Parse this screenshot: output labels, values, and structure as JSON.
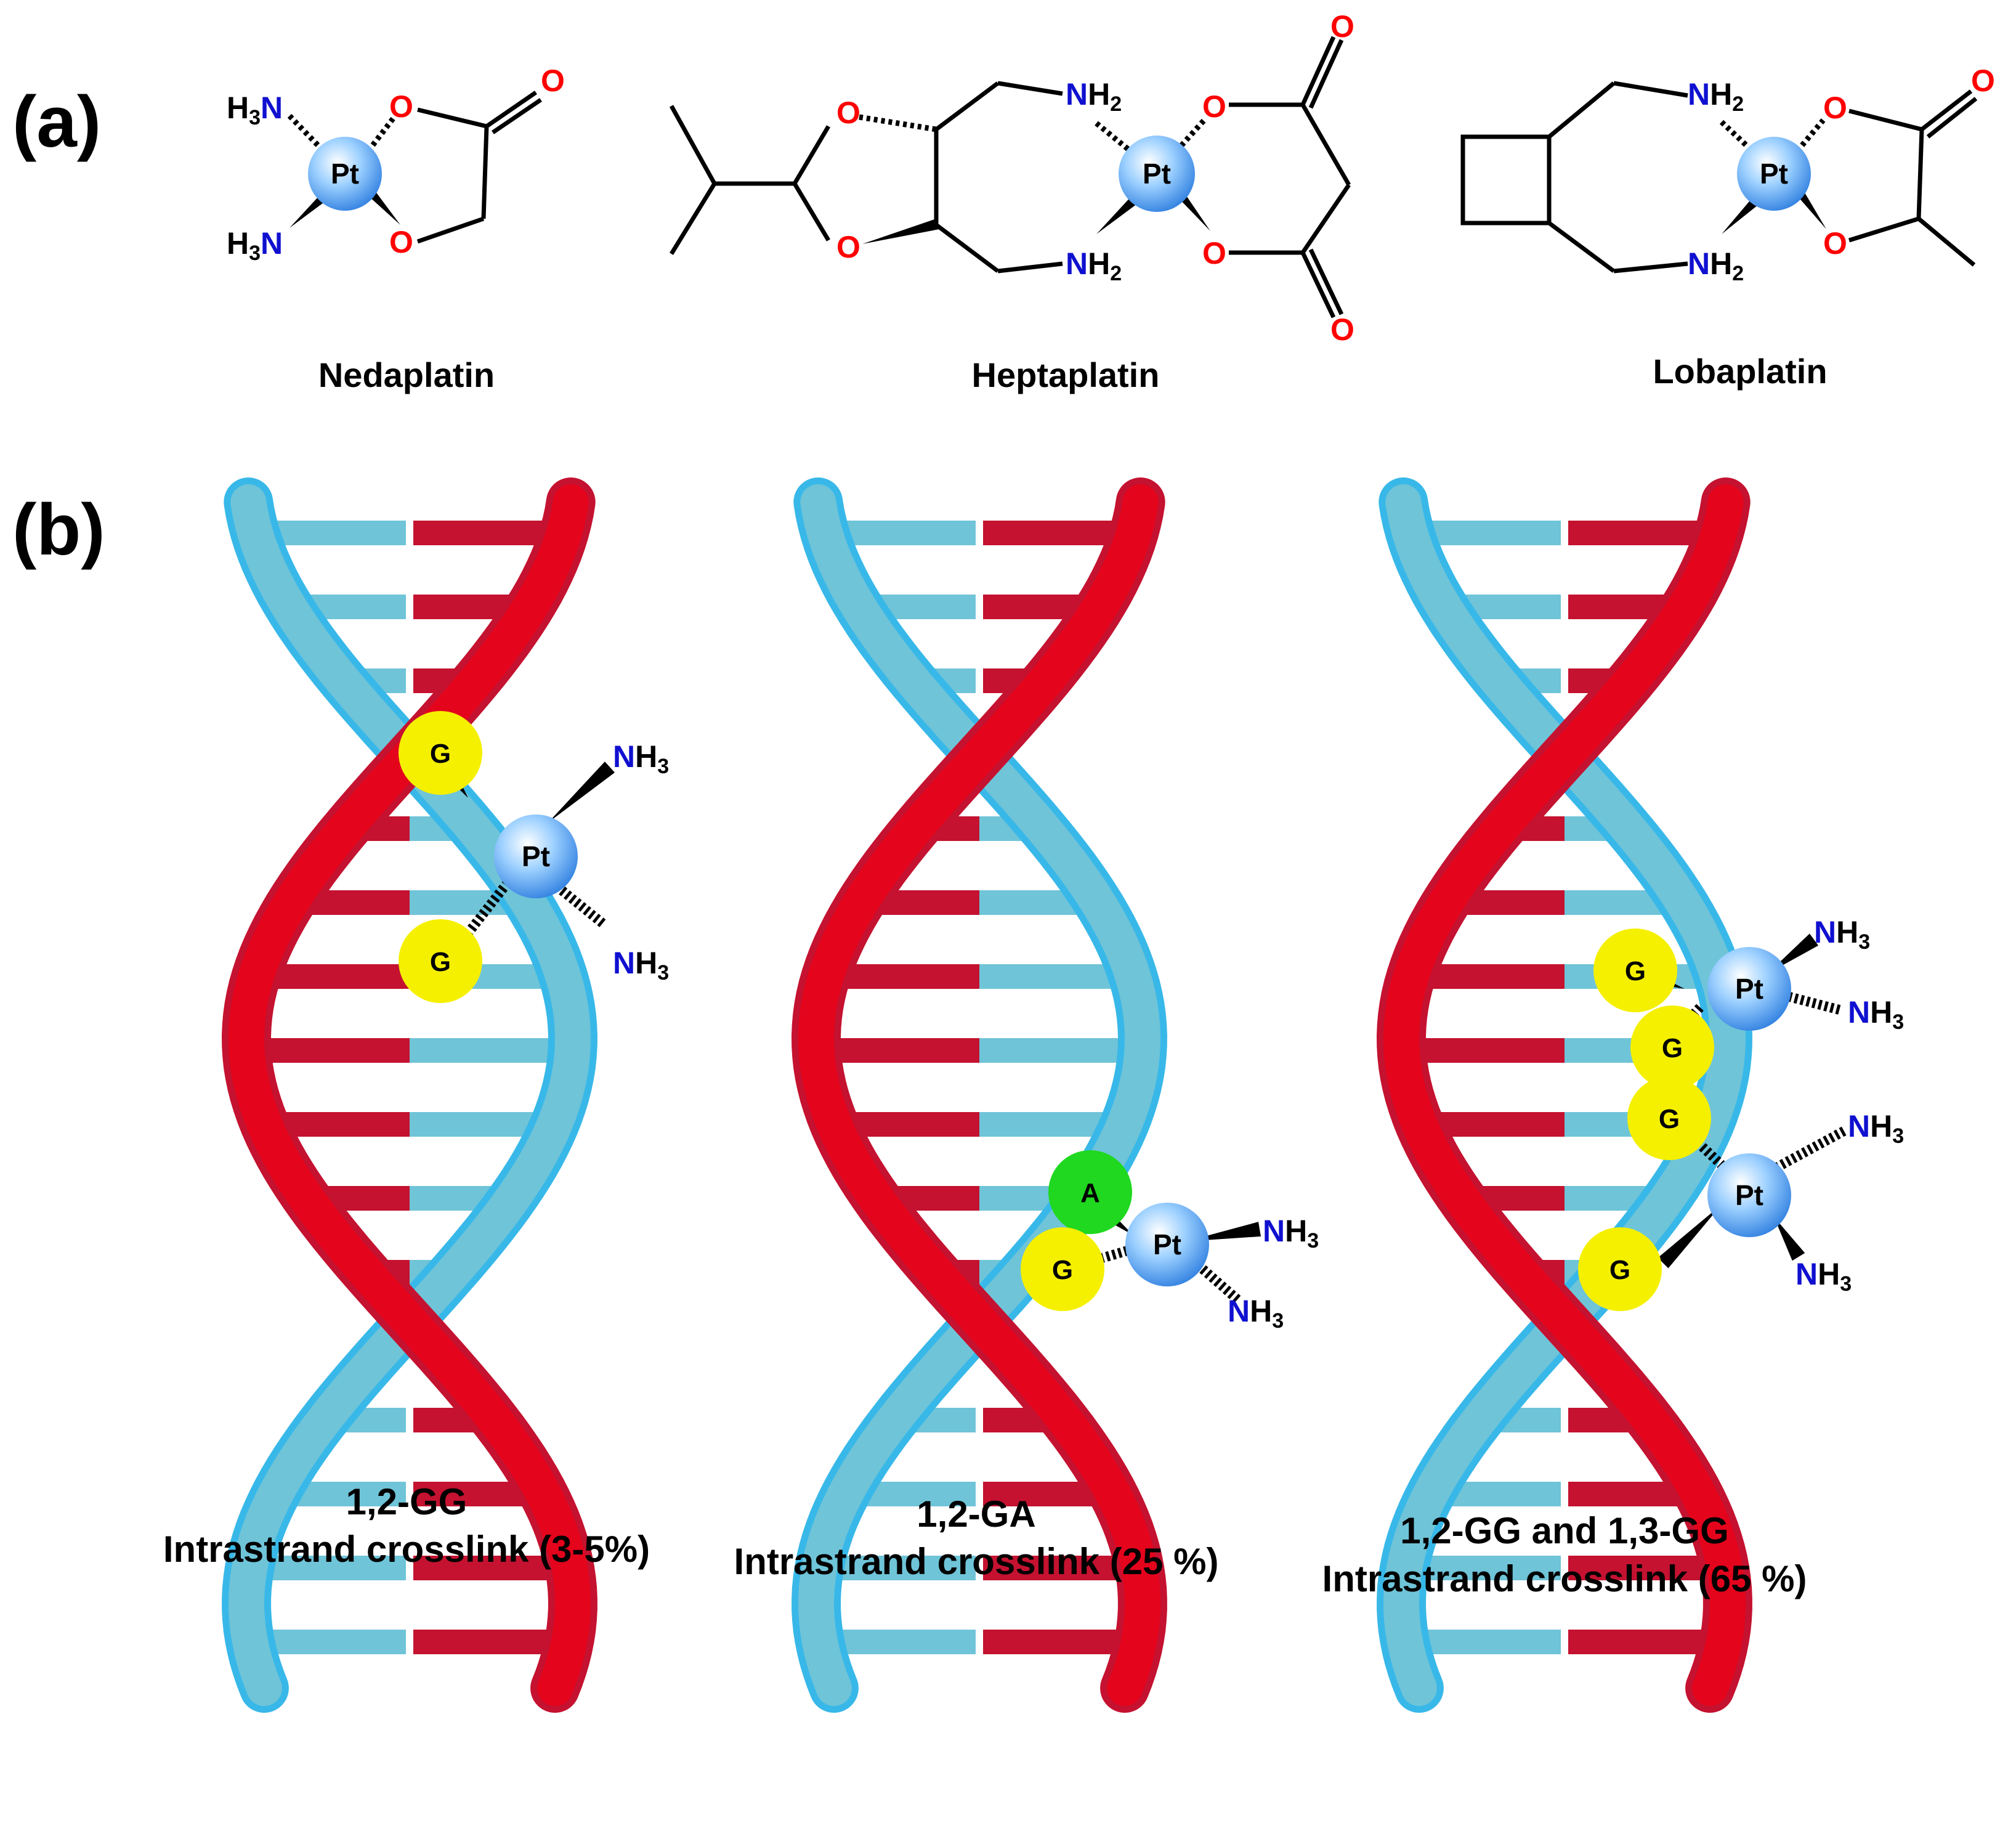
{
  "panel_a": {
    "label": "(a)",
    "drugs": {
      "nedaplatin": "Nedaplatin",
      "heptaplatin": "Heptaplatin",
      "lobaplatin": "Lobaplatin"
    }
  },
  "panel_b": {
    "label": "(b)",
    "helix1": {
      "line1": "1,2-GG",
      "line2": "Intrastrand crosslink (3-5%)"
    },
    "helix2": {
      "line1": "1,2-GA",
      "line2": "Intrastrand crosslink (25 %)"
    },
    "helix3": {
      "line1": "1,2-GG and 1,3-GG",
      "line2": "Intrastrand crosslink (65 %)"
    }
  },
  "atoms": {
    "pt": "Pt",
    "o": "O",
    "n": "N",
    "h3": "H",
    "h2": "H",
    "sub3": "3",
    "sub2": "2",
    "g": "G",
    "a": "A"
  },
  "colors": {
    "blue_strand": "#6fc4d8",
    "blue_edge": "#38b8e8",
    "red_strand": "#e4041c",
    "red_dark": "#c41230",
    "guanine": "#f5f000",
    "adenine": "#1fd81f",
    "oxygen": "#ff0000",
    "nitrogen": "#1010d0",
    "pt_ball": "#3a8eea"
  }
}
